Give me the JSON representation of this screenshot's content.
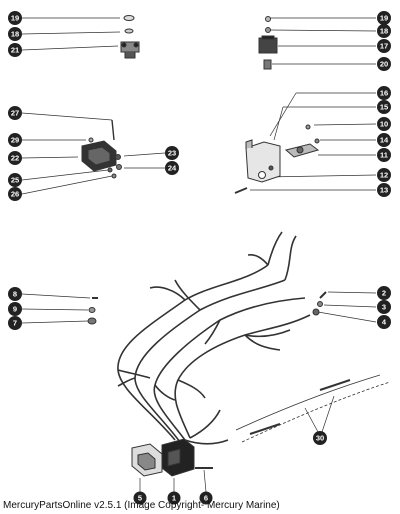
{
  "callouts": {
    "c19a": "19",
    "c18a": "18",
    "c21": "21",
    "c19b": "19",
    "c18b": "18",
    "c17": "17",
    "c20": "20",
    "c27": "27",
    "c29": "29",
    "c22": "22",
    "c25": "25",
    "c26": "26",
    "c23": "23",
    "c24": "24",
    "c16": "16",
    "c15": "15",
    "c10": "10",
    "c14": "14",
    "c11": "11",
    "c12": "12",
    "c13": "13",
    "c8": "8",
    "c9": "9",
    "c7": "7",
    "c2": "2",
    "c3": "3",
    "c4": "4",
    "c5": "5",
    "c1": "1",
    "c6": "6",
    "c30": "30"
  },
  "caption": "MercuryPartsOnline v2.5.1 (Image Copyright- Mercury Marine)"
}
